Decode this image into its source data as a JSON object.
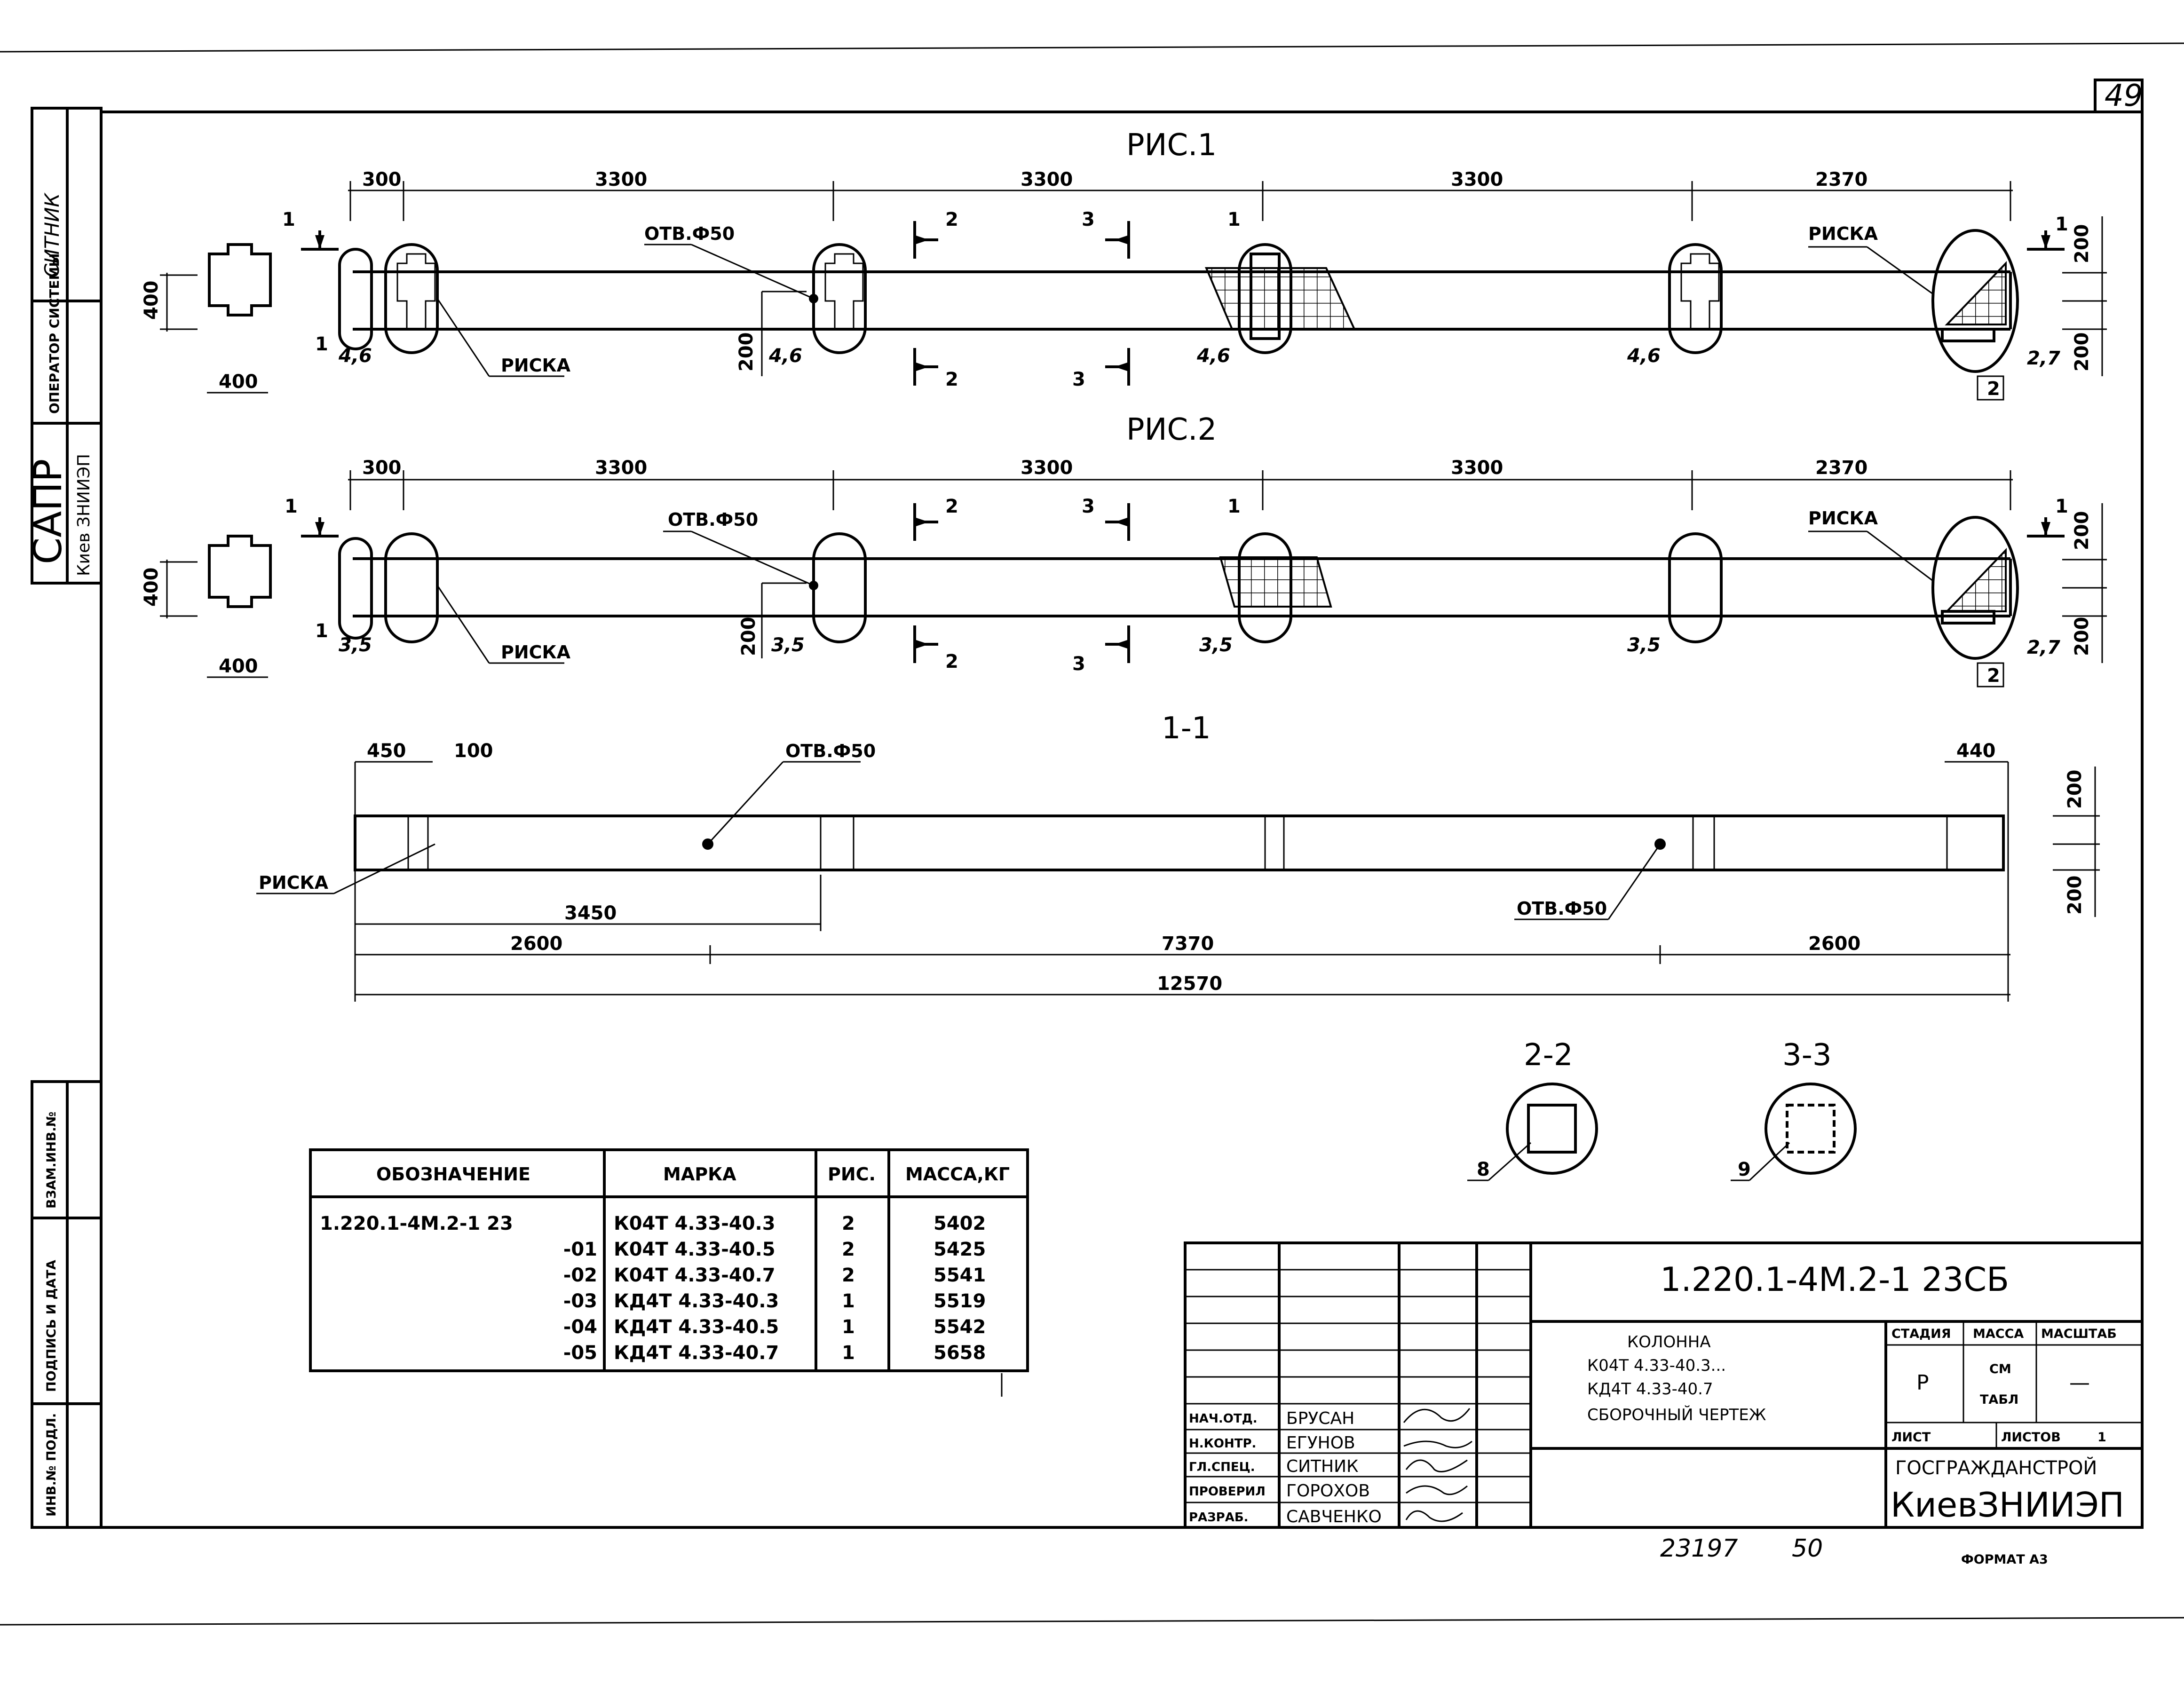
{
  "page_number": "49",
  "side_stamps": {
    "name1": "СИТНИК",
    "role": "ОПЕРАТОР СИСТЕМЫ",
    "sapr": "САПР",
    "org": "Киев ЗНИИЭП",
    "vzam": "ВЗАМ.ИНВ.№",
    "podpis": "ПОДПИСЬ И ДАТА",
    "inv": "ИНВ.№ ПОДЛ."
  },
  "figures": {
    "fig1_title": "РИС.1",
    "fig2_title": "РИС.2",
    "section_1_1": "1-1",
    "section_2_2": "2-2",
    "section_3_3": "3-3",
    "dims_top": [
      "300",
      "3300",
      "3300",
      "3300",
      "2370"
    ],
    "dim_400": "400",
    "dim_200": "200",
    "hole": "ОТВ.Ф50",
    "mark": "РИСКА",
    "cut2": "2",
    "cut3": "3",
    "cut1": "1",
    "pos1": "1",
    "pos2": "2",
    "fig1_bars": "4,6",
    "fig2_bars": "3,5",
    "end_bars": "2,7",
    "s11_dims": {
      "d450": "450",
      "d100": "100",
      "d440": "440",
      "d3450": "3450",
      "d2600a": "2600",
      "d7370": "7370",
      "d2600b": "2600",
      "d12570": "12570"
    },
    "sec22_pos": "8",
    "sec33_pos": "9"
  },
  "spec_table": {
    "headers": [
      "ОБОЗНАЧЕНИЕ",
      "МАРКА",
      "РИС.",
      "МАССА,КГ"
    ],
    "rows": [
      [
        "1.220.1-4М.2-1 23",
        "К04Т 4.33-40.3",
        "2",
        "5402"
      ],
      [
        "-01",
        "К04Т 4.33-40.5",
        "2",
        "5425"
      ],
      [
        "-02",
        "К04Т 4.33-40.7",
        "2",
        "5541"
      ],
      [
        "-03",
        "КД4Т 4.33-40.3",
        "1",
        "5519"
      ],
      [
        "-04",
        "КД4Т 4.33-40.5",
        "1",
        "5542"
      ],
      [
        "-05",
        "КД4Т 4.33-40.7",
        "1",
        "5658"
      ]
    ]
  },
  "title_block": {
    "code": "1.220.1-4М.2-1 23СБ",
    "name_lines": [
      "КОЛОННА",
      "К04Т 4.33-40.3...",
      "КД4Т 4.33-40.7",
      "СБОРОЧНЫЙ ЧЕРТЕЖ"
    ],
    "stage_header": "СТАДИЯ",
    "mass_header": "МАССА",
    "scale_header": "МАСШТАБ",
    "stage": "Р",
    "mass_note": "СМ",
    "mass_note2": "ТАБЛ",
    "scale": "—",
    "sheet_label": "ЛИСТ",
    "sheets_label": "ЛИСТОВ",
    "sheets": "1",
    "org1": "ГОСГРАЖДАНСТРОЙ",
    "org2": "КиевЗНИИЭП",
    "people": [
      {
        "role": "НАЧ.ОТД.",
        "name": "БРУСАН"
      },
      {
        "role": "Н.КОНТР.",
        "name": "ЕГУНОВ"
      },
      {
        "role": "ГЛ.СПЕЦ.",
        "name": "СИТНИК"
      },
      {
        "role": "ПРОВЕРИЛ",
        "name": "ГОРОХОВ"
      },
      {
        "role": "РАЗРАБ.",
        "name": "САВЧЕНКО"
      }
    ],
    "inv_number": "23197",
    "sheet_no": "50",
    "format": "ФОРМАТ А3"
  }
}
